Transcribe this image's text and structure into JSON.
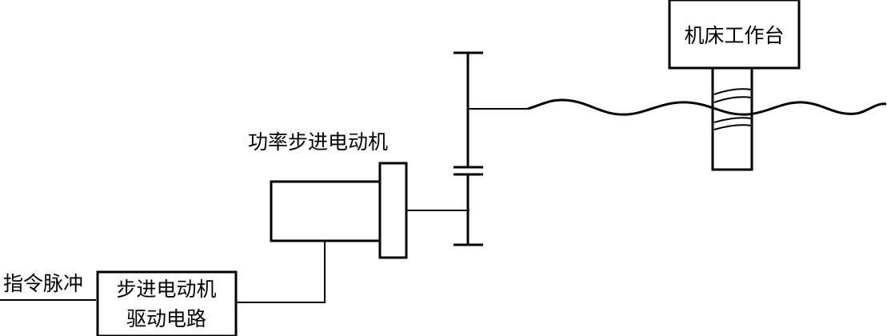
{
  "labels": {
    "command_pulse": "指令脉冲",
    "driver_line1": "步进电动机",
    "driver_line2": "驱动电路",
    "motor": "功率步进电动机",
    "worktable": "机床工作台"
  },
  "colors": {
    "stroke": "#000000",
    "background": "#ffffff"
  }
}
